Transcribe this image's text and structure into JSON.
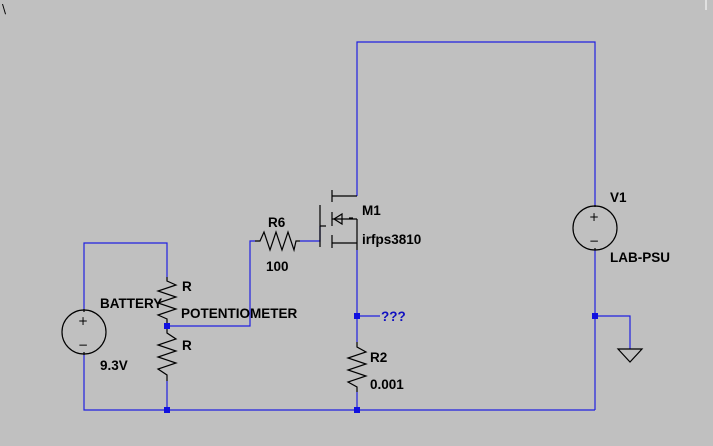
{
  "window": {
    "corner_mark": "\\"
  },
  "components": {
    "battery": {
      "name": "BATTERY",
      "value": "9.3V"
    },
    "potentiometer": {
      "name": "POTENTIOMETER",
      "upper_label": "R",
      "lower_label": "R"
    },
    "r6": {
      "name": "R6",
      "value": "100"
    },
    "m1": {
      "name": "M1",
      "model": "irfps3810"
    },
    "r2": {
      "name": "R2",
      "value": "0.001"
    },
    "v1": {
      "name": "V1",
      "value": "LAB-PSU"
    }
  },
  "nets": {
    "probe": "???"
  },
  "symbols": {
    "plus": "+",
    "minus": "−"
  },
  "colors": {
    "wire": "#2020e0",
    "background": "#c0c0c0",
    "component": "#000000"
  },
  "icons": {
    "ground": "ground-icon"
  }
}
